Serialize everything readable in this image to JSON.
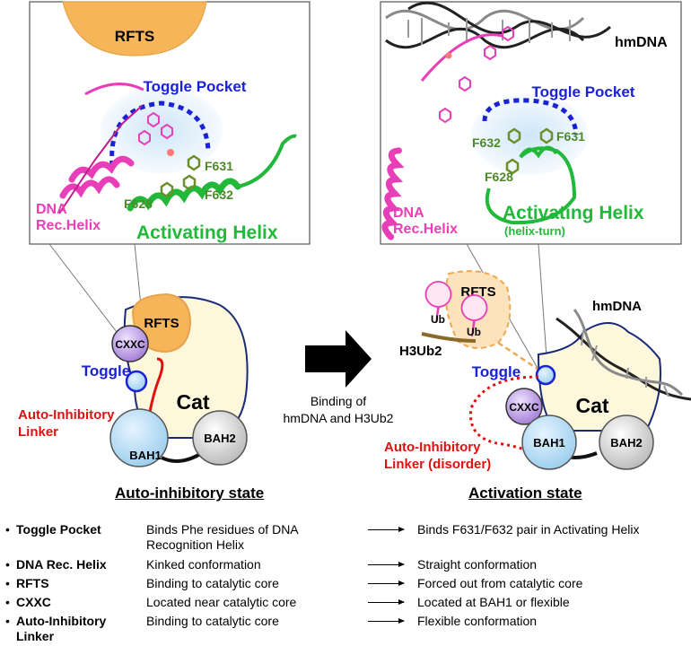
{
  "left_panel": {
    "rfts": "RFTS",
    "toggle_pocket": "Toggle Pocket",
    "f631": "F631",
    "f628": "F628",
    "f632": "F632",
    "dna_rec_1": "DNA",
    "dna_rec_2": "Rec.Helix",
    "activating_helix": "Activating Helix"
  },
  "right_panel": {
    "hmdna": "hmDNA",
    "toggle_pocket": "Toggle Pocket",
    "f632": "F632",
    "f631": "F631",
    "f628": "F628",
    "dna_rec_1": "DNA",
    "dna_rec_2": "Rec.Helix",
    "activating_helix": "Activating Helix",
    "helix_turn": "(helix-turn)"
  },
  "left_protein": {
    "rfts": "RFTS",
    "cxxc": "CXXC",
    "toggle": "Toggle",
    "cat": "Cat",
    "linker_1": "Auto-Inhibitory",
    "linker_2": "Linker",
    "bah1": "BAH1",
    "bah2": "BAH2"
  },
  "transition": {
    "line1": "Binding of",
    "line2": "hmDNA and H3Ub2"
  },
  "right_protein": {
    "rfts": "RFTS",
    "ub": "Ub",
    "h3ub2": "H3Ub2",
    "hmdna": "hmDNA",
    "toggle": "Toggle",
    "cxxc": "CXXC",
    "cat": "Cat",
    "linker_1": "Auto-Inhibitory",
    "linker_2": "Linker (disorder)",
    "bah1": "BAH1",
    "bah2": "BAH2"
  },
  "table": {
    "header_left": "Auto-inhibitory state",
    "header_right": "Activation state",
    "rows": [
      {
        "bullet": "•",
        "key": "Toggle Pocket",
        "before": "Binds Phe residues of DNA Recognition Helix",
        "after": "Binds F631/F632 pair in Activating Helix"
      },
      {
        "bullet": "•",
        "key": "DNA Rec. Helix",
        "before": "Kinked conformation",
        "after": "Straight conformation"
      },
      {
        "bullet": "•",
        "key": "RFTS",
        "before": "Binding to catalytic core",
        "after": "Forced out from catalytic core"
      },
      {
        "bullet": "•",
        "key": "CXXC",
        "before": "Located near catalytic core",
        "after": "Located at BAH1 or flexible"
      },
      {
        "bullet": "•",
        "key": "Auto-Inhibitory Linker",
        "before": "Binding to catalytic core",
        "after": "Flexible conformation"
      }
    ]
  },
  "colors": {
    "pink": "#e83fb8",
    "green": "#22b83a",
    "blue": "#1a22d6",
    "red": "#e01010",
    "rfts": "#f7b55a",
    "cat": "#fdf8dc",
    "cxxc": "#b48ee0",
    "pocket": "#d6eaf8"
  }
}
